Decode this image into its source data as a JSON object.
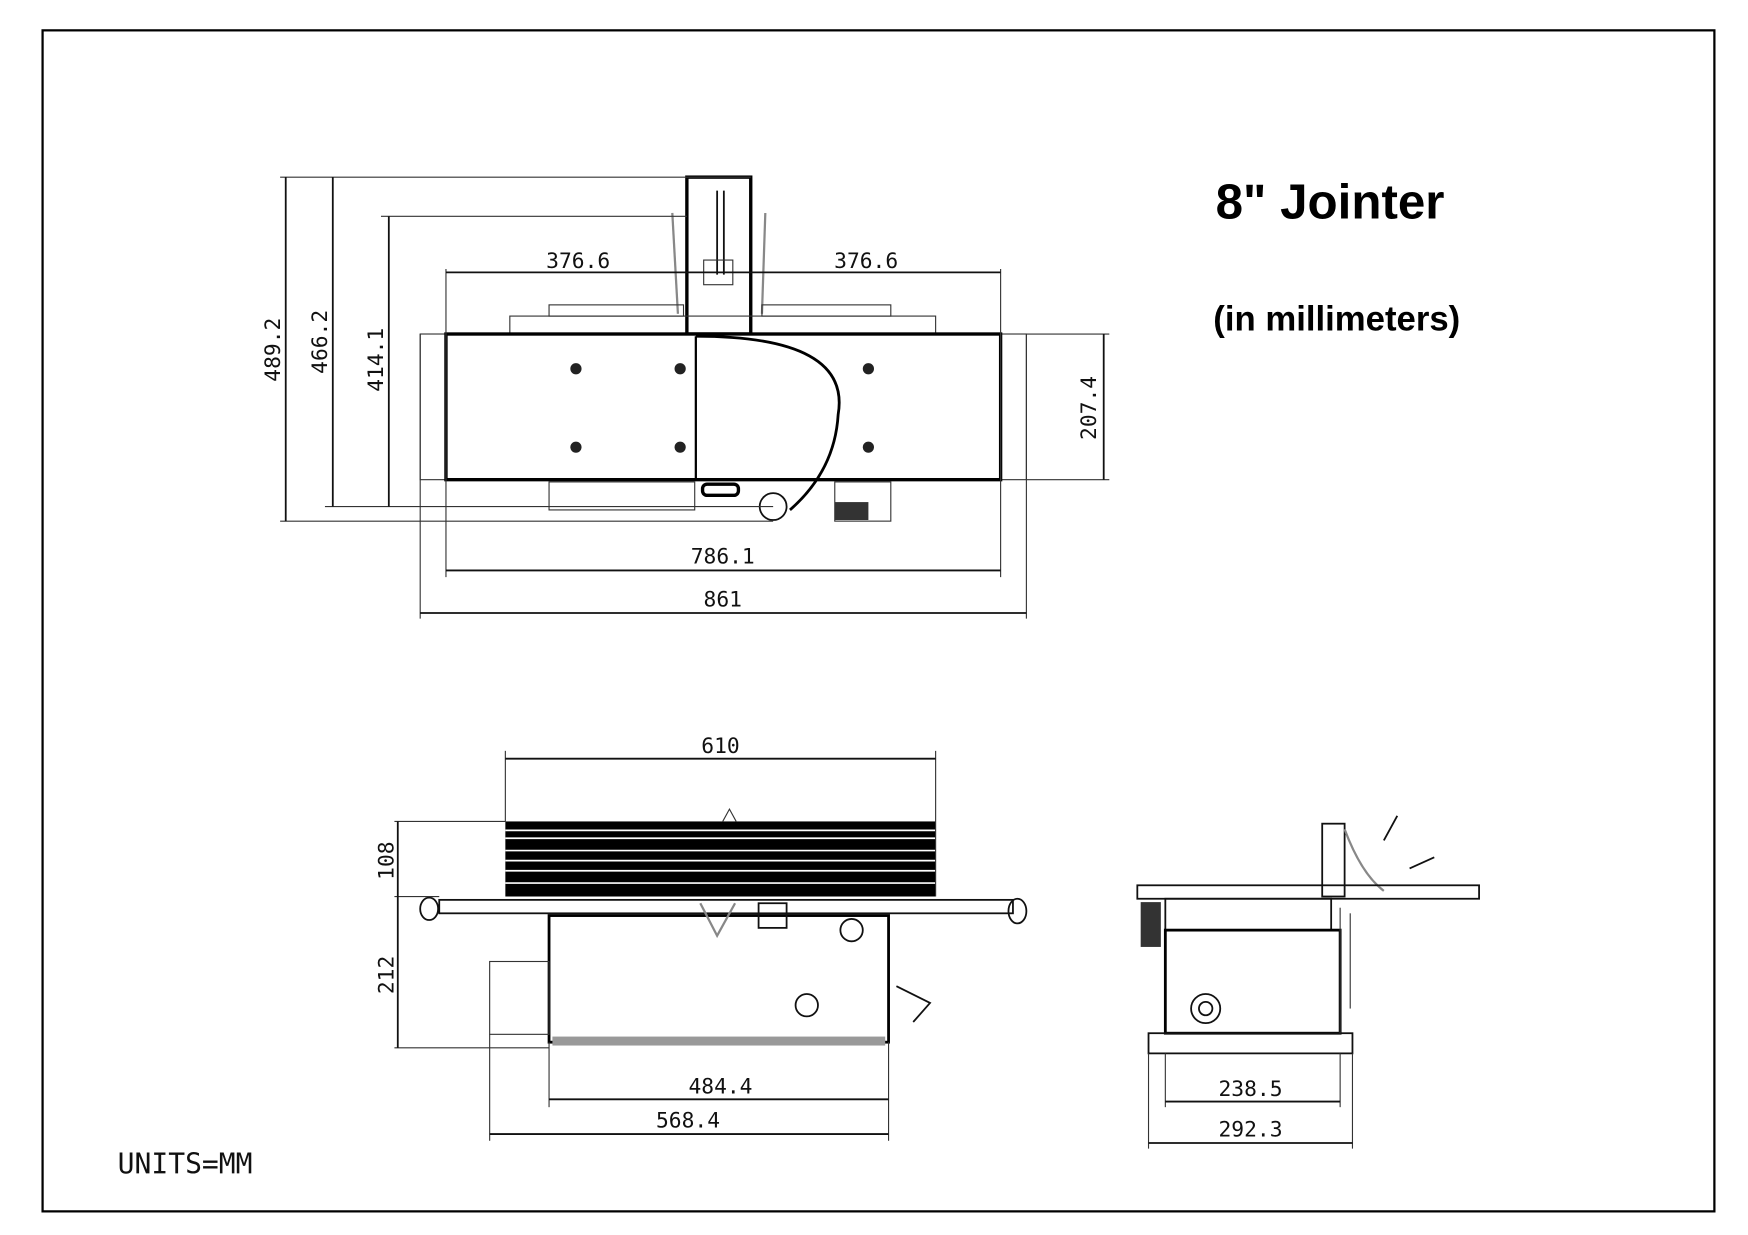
{
  "title": "8\" Jointer",
  "subtitle": "(in millimeters)",
  "units_note": "UNITS=MM",
  "top_view": {
    "dims": {
      "overall_depth": "489.2",
      "depth_2": "466.2",
      "depth_3": "414.1",
      "table_width": "207.4",
      "left_half": "376.6",
      "right_half": "376.6",
      "table_length": "786.1",
      "overall_length": "861"
    }
  },
  "front_view": {
    "dims": {
      "fence_length": "610",
      "fence_height": "108",
      "base_height": "212",
      "base_length": "484.4",
      "overall_base_length": "568.4"
    }
  },
  "side_view": {
    "dims": {
      "base_width": "238.5",
      "overall_base_width": "292.3"
    }
  }
}
